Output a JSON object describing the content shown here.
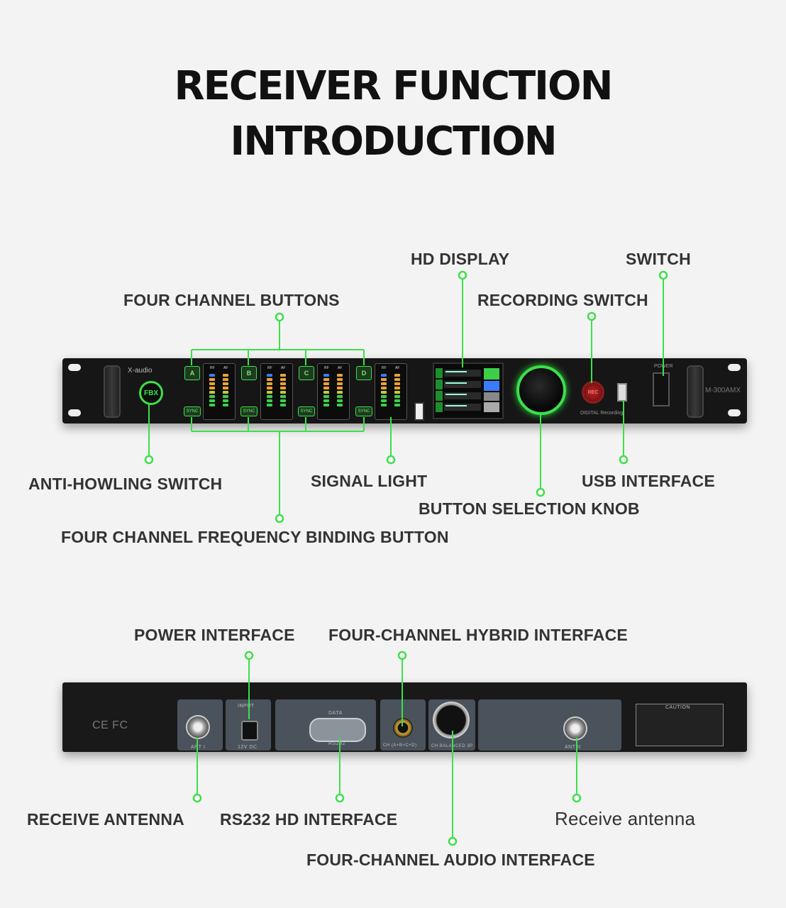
{
  "title": {
    "line1": "RECEIVER FUNCTION",
    "line2": "INTRODUCTION"
  },
  "front_labels": {
    "hd_display": "HD DISPLAY",
    "switch": "SWITCH",
    "four_channel_buttons": "FOUR CHANNEL BUTTONS",
    "recording_switch": "RECORDING SWITCH",
    "anti_howling_switch": "ANTI-HOWLING SWITCH",
    "signal_light": "SIGNAL LIGHT",
    "usb_interface": "USB INTERFACE",
    "button_selection_knob": "BUTTON SELECTION KNOB",
    "four_channel_frequency_binding_button": "FOUR CHANNEL FREQUENCY BINDING BUTTON"
  },
  "back_labels": {
    "power_interface": "POWER INTERFACE",
    "four_channel_hybrid_interface": "FOUR-CHANNEL HYBRID INTERFACE",
    "receive_antenna_left": "RECEIVE ANTENNA",
    "rs232_hd_interface": "RS232 HD INTERFACE",
    "receive_antenna_right": "Receive antenna",
    "four_channel_audio_interface": "FOUR-CHANNEL AUDIO INTERFACE"
  },
  "device_front": {
    "brand": "X-audio",
    "fbx_label": "FBX",
    "channels": [
      "A",
      "B",
      "C",
      "D"
    ],
    "sync_label": "SYNC",
    "meter_headers": [
      "RF",
      "AF"
    ],
    "rec_label": "REC",
    "model": "M-300AMX",
    "power_label": "POWER",
    "digital_label": "DIGITAL Recording"
  },
  "device_back": {
    "input_label": "INPUT",
    "dc_label": "12V DC",
    "data_label": "DATA",
    "rs232_label": "RS232",
    "ant1_label": "ANT I",
    "ant2_label": "ANT II",
    "mix_label": "CH (A+B+C+D)",
    "balanced_label": "CH BALANCED 3P",
    "caution_label": "CAUTION"
  },
  "colors": {
    "accent_green": "#3ce04a",
    "device_body": "#161616",
    "label_text": "#333333",
    "background": "#f3f3f3"
  }
}
